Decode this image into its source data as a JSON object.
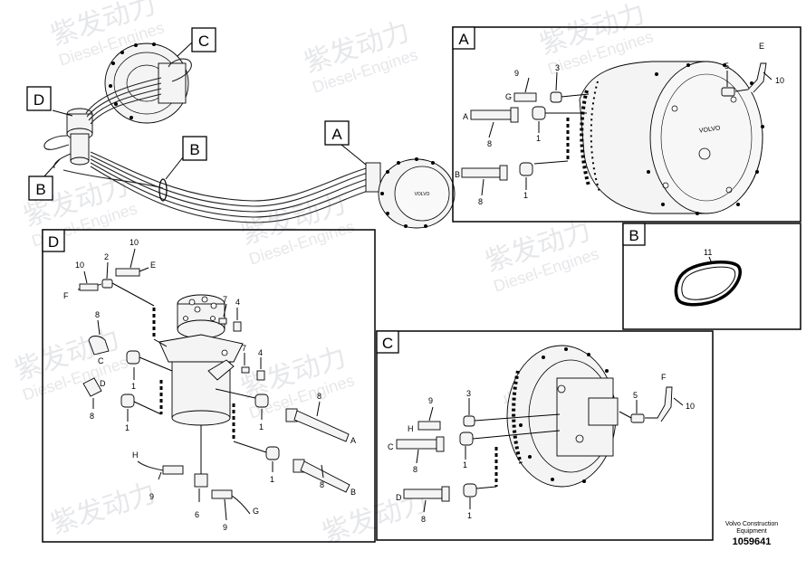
{
  "watermark": {
    "cn": "紫发动力",
    "en": "Diesel-Engines"
  },
  "views": {
    "main": {
      "callouts": {
        "A": "A",
        "B": "B",
        "C": "C",
        "D": "D"
      }
    },
    "A": {
      "title": "A",
      "brand": "VOLVO",
      "labels": {
        "n9": "9",
        "n3": "3",
        "n5": "5",
        "nE": "E",
        "n10": "10",
        "nG": "G",
        "nA": "A",
        "n8a": "8",
        "n1a": "1",
        "nB": "B",
        "n8b": "8",
        "n1b": "1"
      }
    },
    "B": {
      "title": "B",
      "labels": {
        "n11": "11"
      }
    },
    "C": {
      "title": "C",
      "labels": {
        "n9": "9",
        "n3": "3",
        "nH": "H",
        "n5": "5",
        "nF": "F",
        "n10": "10",
        "nC": "C",
        "n8a": "8",
        "n1a": "1",
        "nD": "D",
        "n8b": "8",
        "n1b": "1"
      }
    },
    "D": {
      "title": "D",
      "labels": {
        "n10a": "10",
        "n2": "2",
        "n10b": "10",
        "nE": "E",
        "nF": "F",
        "n7a": "7",
        "n4a": "4",
        "n7b": "7",
        "n4b": "4",
        "n8a": "8",
        "nC": "C",
        "n1a": "1",
        "nD": "D",
        "n8b": "8",
        "n1b": "1",
        "n1c": "1",
        "n8c": "8",
        "nA": "A",
        "n1d": "1",
        "n8d": "8",
        "nB": "B",
        "nH": "H",
        "n9a": "9",
        "n6": "6",
        "nG": "G",
        "n9b": "9"
      }
    }
  },
  "footer": {
    "company": "Volvo Construction Equipment",
    "drawing_number": "1059641"
  }
}
